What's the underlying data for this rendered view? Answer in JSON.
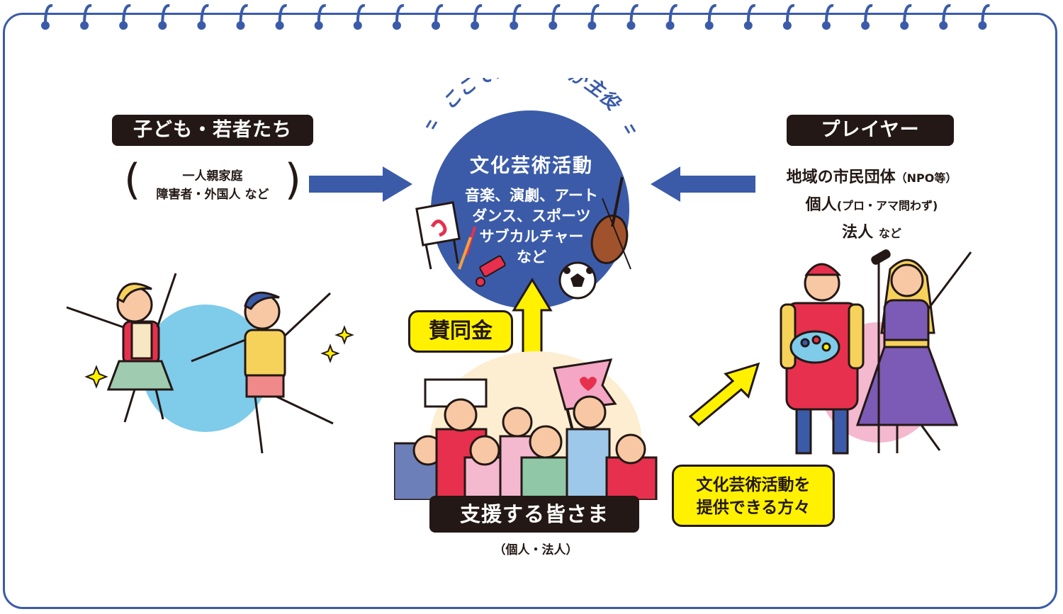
{
  "center": {
    "banner": "ここではみんなが主役",
    "title": "文化芸術活動",
    "lines": [
      "音楽、演劇、アート",
      "ダンス、スポーツ",
      "サブカルチャー",
      "など"
    ]
  },
  "left": {
    "label": "子ども・若者たち",
    "lines": [
      "一人親家庭",
      "障害者・外国人 など"
    ]
  },
  "right": {
    "label": "プレイヤー",
    "line1_main": "地域の市民団体",
    "line1_sub": "（NPO等）",
    "line2_main": "個人",
    "line2_sub": "(プロ・アマ問わず)",
    "line3_main": "法人",
    "line3_sub": "など"
  },
  "middle": {
    "donation_label": "賛同金",
    "supporters_label": "支援する皆さま",
    "supporters_sub": "（個人・法人）"
  },
  "providers": {
    "lines": [
      "文化芸術活動を",
      "提供できる方々"
    ]
  },
  "colors": {
    "frame": "#3b5ba9",
    "circle": "#3b5ba9",
    "arrow_blue": "#3b5ba9",
    "arrow_yellow": "#fff100",
    "label_dark": "#231815"
  }
}
